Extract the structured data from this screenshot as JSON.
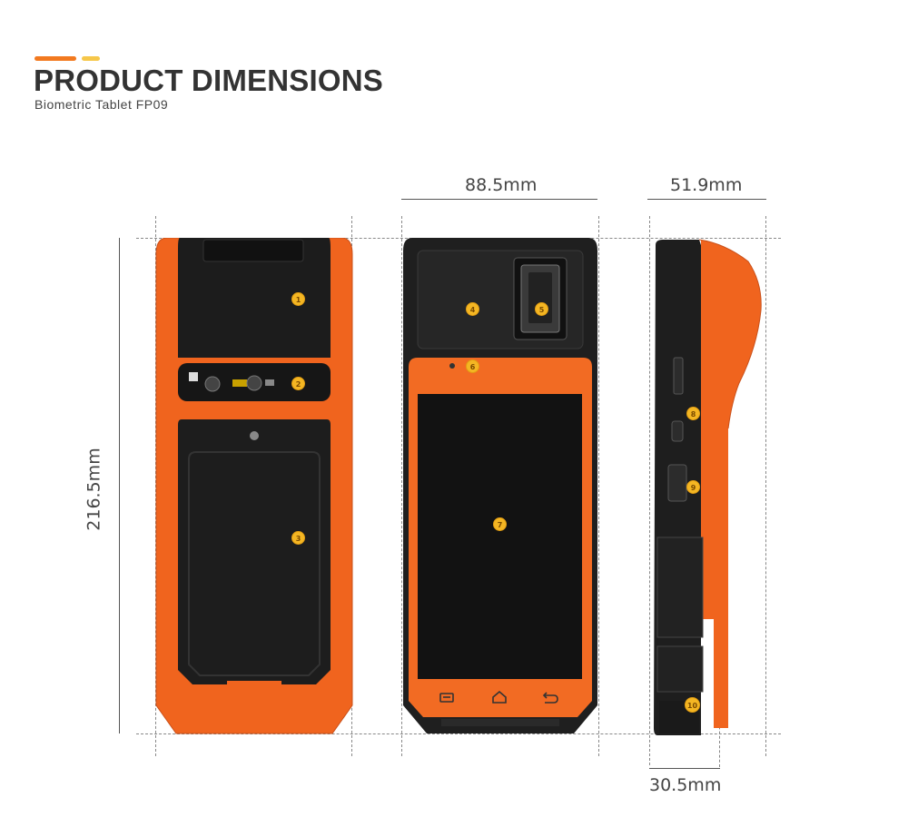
{
  "header": {
    "title": "PRODUCT DIMENSIONS",
    "subtitle": "Biometric Tablet FP09"
  },
  "dimensions": {
    "width": "88.5mm",
    "depth_top": "51.9mm",
    "height": "216.5mm",
    "depth_bottom": "30.5mm"
  },
  "markers": [
    "1",
    "2",
    "3",
    "4",
    "5",
    "6",
    "7",
    "8",
    "9",
    "10"
  ],
  "colors": {
    "body_orange": "#f0641e",
    "body_black": "#1f1f1f",
    "marker_yellow": "#f4b623",
    "accent_orange": "#f2791f",
    "accent_yellow": "#f6c74a"
  },
  "icons": {
    "nav_menu": "menu-icon",
    "nav_home": "home-icon",
    "nav_back": "back-icon"
  }
}
